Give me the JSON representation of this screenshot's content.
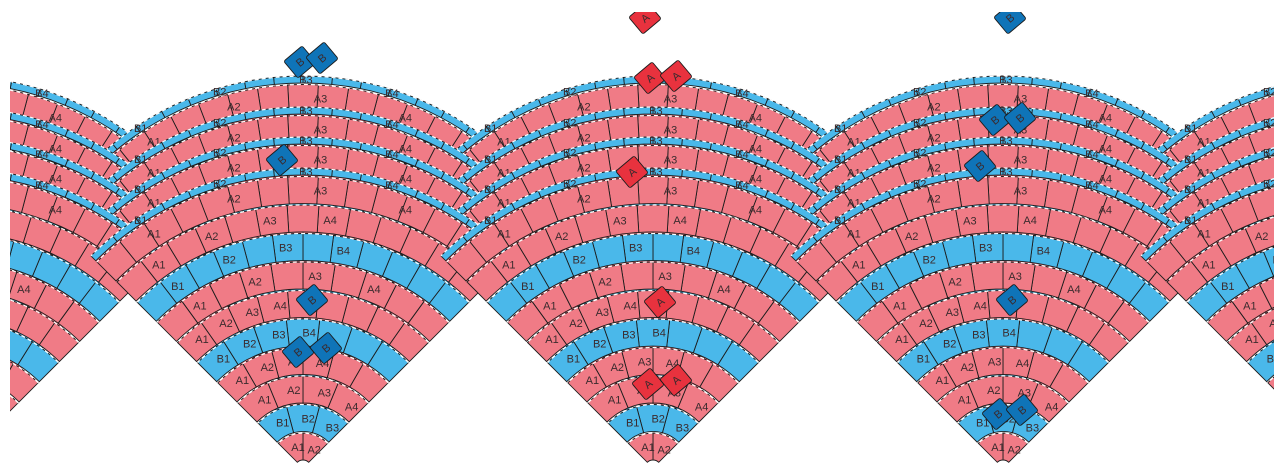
{
  "pattern": {
    "labels": {
      "pink_row": [
        "A1",
        "A2",
        "A3",
        "A4"
      ],
      "blue_row": [
        "B1",
        "B2",
        "B3",
        "B4"
      ],
      "special_pink": "A",
      "special_blue": "B"
    },
    "colors": {
      "pink": "#f07b86",
      "blue": "#4ab8ea",
      "special_pink": "#e8323e",
      "special_blue": "#0f74b8",
      "outline": "#1c1c1c",
      "dash": "#ffffff",
      "text": "#3b2b2e"
    }
  }
}
